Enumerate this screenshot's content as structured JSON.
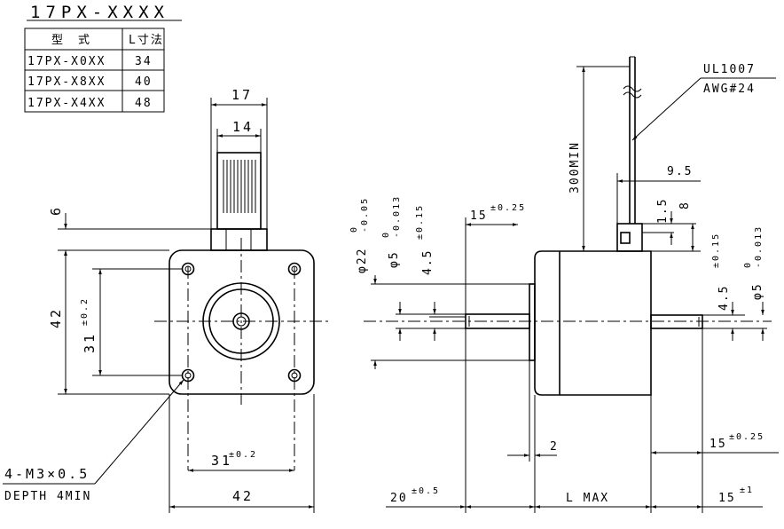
{
  "title": "17PX-XXXX",
  "table": {
    "headers": [
      "型　式",
      "L寸法"
    ],
    "rows": [
      {
        "model": "17PX-X0XX",
        "L": "34"
      },
      {
        "model": "17PX-X8XX",
        "L": "40"
      },
      {
        "model": "17PX-X4XX",
        "L": "48"
      }
    ]
  },
  "front_view": {
    "dim_17": "17",
    "dim_14": "14",
    "dim_6": "6",
    "dim_42_vertical": "42",
    "dim_31_vertical": "31",
    "dim_31_vertical_tol": "±0.2",
    "dim_31_horizontal": "31",
    "dim_31_horizontal_tol": "±0.2",
    "dim_42_horizontal": "42",
    "callout_line1": "4-M3×0.5",
    "callout_line2": "DEPTH 4MIN"
  },
  "side_view": {
    "wire_line1": "UL1007",
    "wire_line2": "AWG#24",
    "lead_length": "300MIN",
    "dim_9_5": "9.5",
    "dim_1_5": "1.5",
    "dim_8": "8",
    "dim_15_top": "15",
    "dim_15_top_tol": "±0.25",
    "dia_22": "φ22",
    "dia_22_tol_upper": "0",
    "dia_22_tol_lower": "-0.05",
    "dia_5_left": "φ5",
    "dia_5_left_tol_upper": "0",
    "dia_5_left_tol_lower": "-0.013",
    "dim_4_5_left": "4.5",
    "dim_4_5_left_tol": "±0.15",
    "dim_4_5_right": "4.5",
    "dim_4_5_right_tol": "±0.15",
    "dia_5_right": "φ5",
    "dia_5_right_tol_upper": "0",
    "dia_5_right_tol_lower": "-0.013",
    "dim_2": "2",
    "dim_15_right": "15",
    "dim_15_right_tol": "±0.25",
    "dim_20": "20",
    "dim_20_tol": "±0.5",
    "dim_l_max": "L MAX",
    "dim_15_bottom": "15",
    "dim_15_bottom_tol": "±1"
  }
}
